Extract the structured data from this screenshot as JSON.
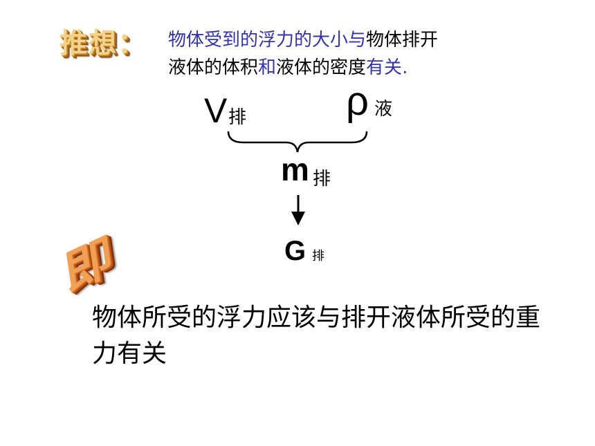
{
  "heading": {
    "text": "推想："
  },
  "hypothesis": {
    "parts": [
      {
        "text": "物体受到的浮力的大小与",
        "color": "#3333a8"
      },
      {
        "text": "物体排开液体的体积",
        "color": "#000000"
      },
      {
        "text": "和",
        "color": "#3333a8"
      },
      {
        "text": "液体的密度",
        "color": "#000000"
      },
      {
        "text": "有关",
        "color": "#3333a8"
      },
      {
        "text": ".",
        "color": "#3333a8"
      }
    ]
  },
  "formula": {
    "volume": {
      "symbol": "V",
      "subscript": "排"
    },
    "density": {
      "symbol": "ρ",
      "subscript": "液"
    },
    "mass": {
      "symbol": "m",
      "subscript": "排"
    },
    "weight": {
      "symbol": "G",
      "subscript": "排"
    }
  },
  "mark": {
    "text": "即"
  },
  "conclusion": {
    "text": "物体所受的浮力应该与排开液体所受的重力有关"
  },
  "colors": {
    "blue": "#3333a8",
    "gold": "#f3d38b",
    "orange": "#f0a055"
  }
}
